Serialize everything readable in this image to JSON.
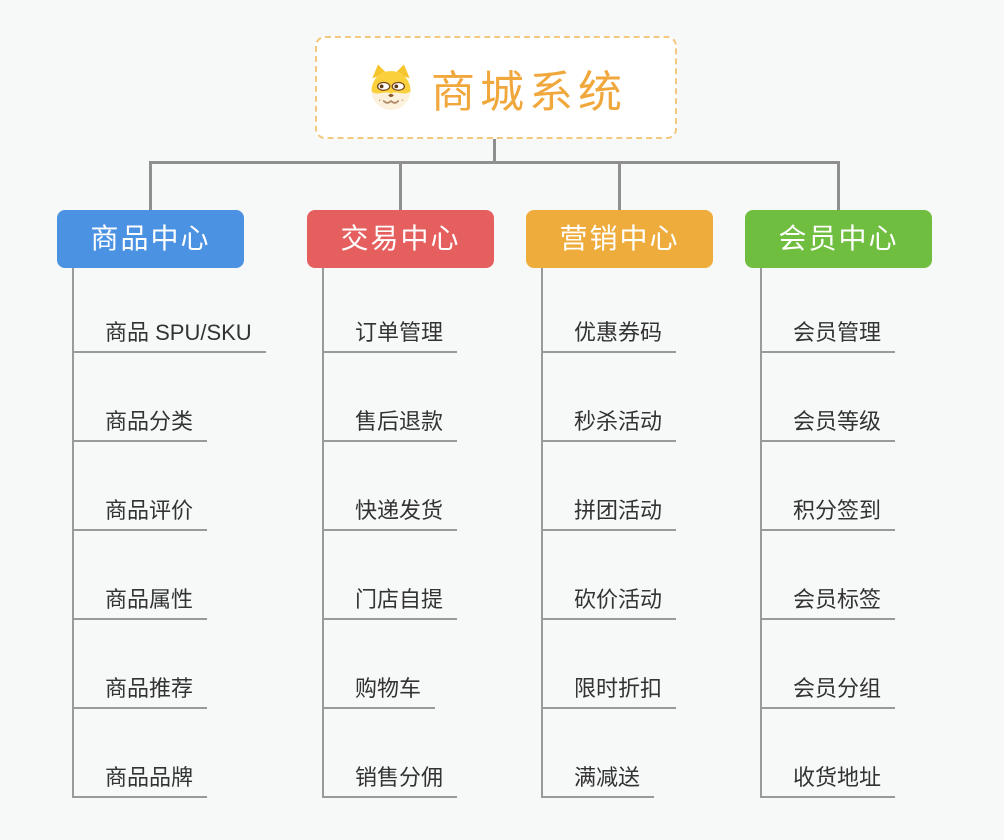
{
  "app": {
    "type": "mindmap",
    "background": "#F7F8F8"
  },
  "root": {
    "title": "商城系统",
    "icon": "doge-icon",
    "text_color": "#F0A73C",
    "border_color": "#F3C87F"
  },
  "connector_color": "#8F8F8F",
  "branches": [
    {
      "label": "商品中心",
      "color": "#4B92E3",
      "children": [
        "商品 SPU/SKU",
        "商品分类",
        "商品评价",
        "商品属性",
        "商品推荐",
        "商品品牌"
      ]
    },
    {
      "label": "交易中心",
      "color": "#E55F5F",
      "children": [
        "订单管理",
        "售后退款",
        "快递发货",
        "门店自提",
        "购物车",
        "销售分佣"
      ]
    },
    {
      "label": "营销中心",
      "color": "#EEAC3C",
      "children": [
        "优惠券码",
        "秒杀活动",
        "拼团活动",
        "砍价活动",
        "限时折扣",
        "满减送"
      ]
    },
    {
      "label": "会员中心",
      "color": "#6FBE3F",
      "children": [
        "会员管理",
        "会员等级",
        "积分签到",
        "会员标签",
        "会员分组",
        "收货地址"
      ]
    }
  ]
}
